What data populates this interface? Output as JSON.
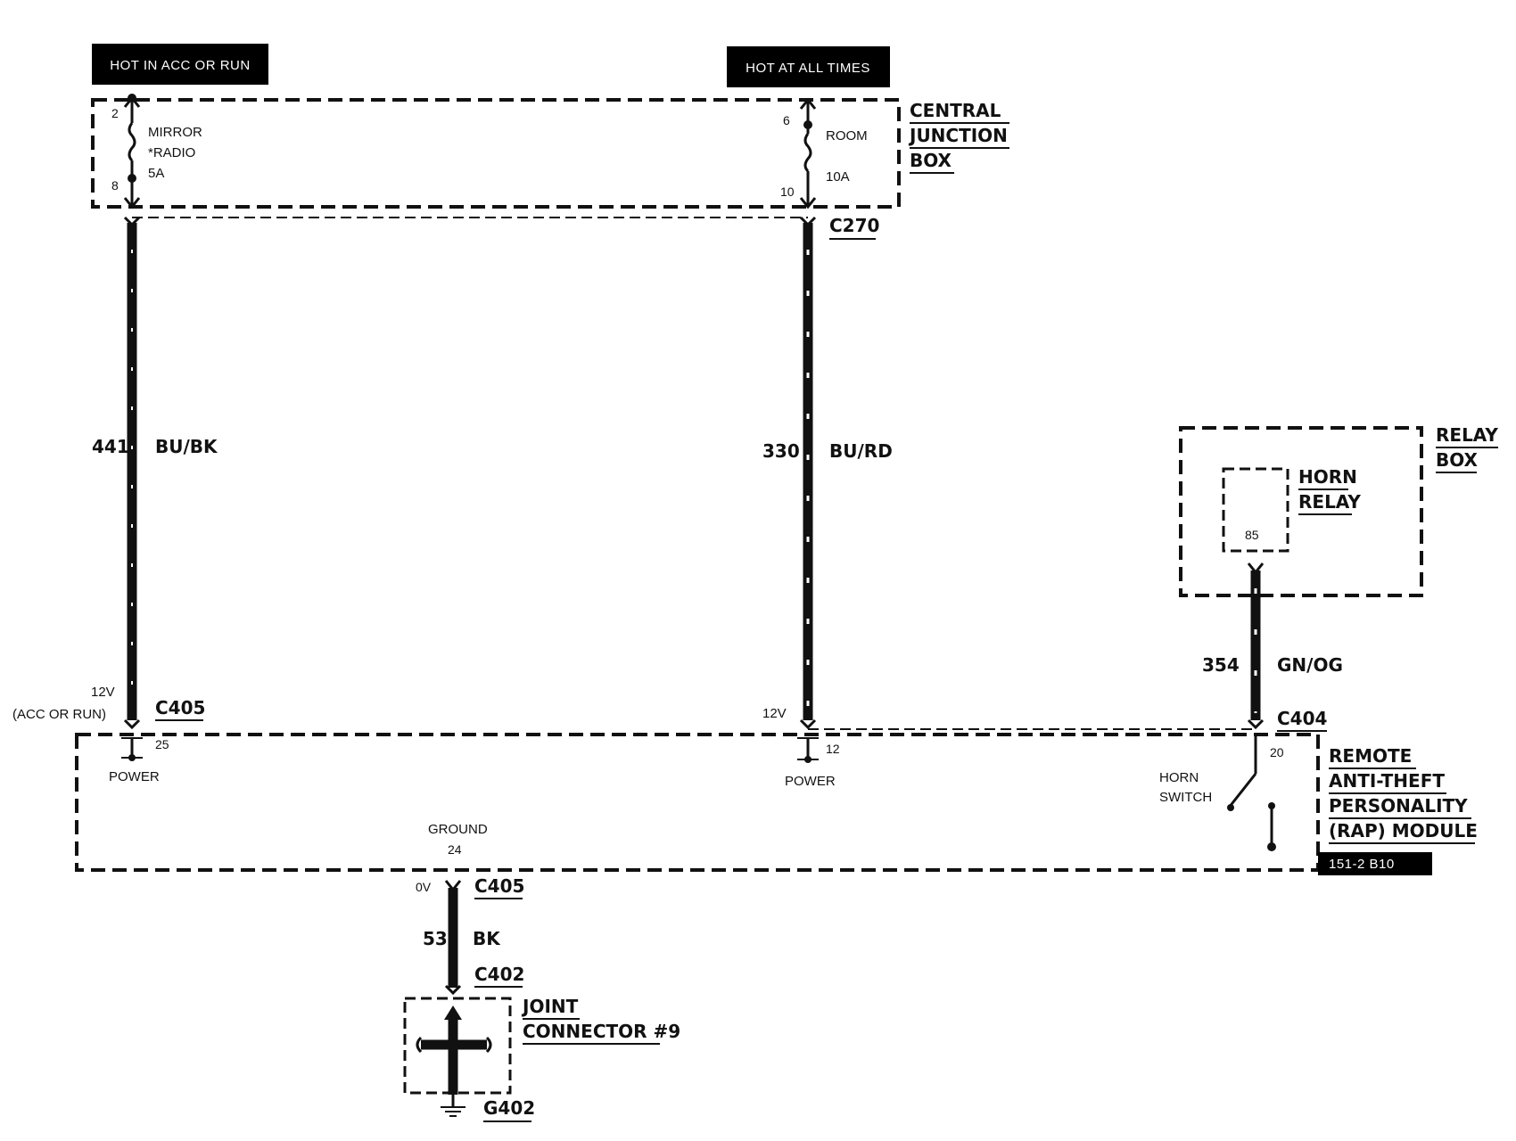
{
  "tags": {
    "hot_acc_run": "HOT IN ACC OR RUN",
    "hot_all_times": "HOT AT ALL TIMES"
  },
  "central_junction_box": {
    "title_lines": [
      "CENTRAL",
      "JUNCTION",
      "BOX"
    ],
    "fuse_left": {
      "pin_top": "2",
      "pin_bottom": "8",
      "name_lines": [
        "MIRROR",
        "*RADIO",
        "5A"
      ]
    },
    "fuse_right": {
      "pin_top": "6",
      "pin_bottom": "10",
      "name_lines": [
        "ROOM",
        "10A"
      ]
    },
    "connector": "C270"
  },
  "wires": {
    "left": {
      "circuit": "441",
      "color": "BU/BK"
    },
    "middle": {
      "circuit": "330",
      "color": "BU/RD"
    },
    "right": {
      "circuit": "354",
      "color": "GN/OG"
    },
    "ground": {
      "circuit": "53",
      "color": "BK"
    }
  },
  "relay_box": {
    "title_lines": [
      "RELAY",
      "BOX"
    ],
    "horn_relay_lines": [
      "HORN",
      "RELAY"
    ],
    "pin": "85"
  },
  "rap_module": {
    "title_lines": [
      "REMOTE",
      "ANTI-THEFT",
      "PERSONALITY",
      "(RAP) MODULE"
    ],
    "left_voltage": "12V",
    "left_voltage_note": "(ACC OR RUN)",
    "left_connector": "C405",
    "left_pin": "25",
    "left_label": "POWER",
    "mid_voltage": "12V",
    "mid_pin": "12",
    "mid_label": "POWER",
    "right_connector": "C404",
    "right_pin": "20",
    "horn_switch_lines": [
      "HORN",
      "SWITCH"
    ],
    "ground_label": "GROUND",
    "ground_pin": "24",
    "ground_voltage": "0V",
    "ground_connector": "C405"
  },
  "joint_connector": {
    "connector": "C402",
    "title_lines": [
      "JOINT",
      "CONNECTOR #9"
    ],
    "ground_id": "G402"
  },
  "figure_id": "151-2 B10"
}
